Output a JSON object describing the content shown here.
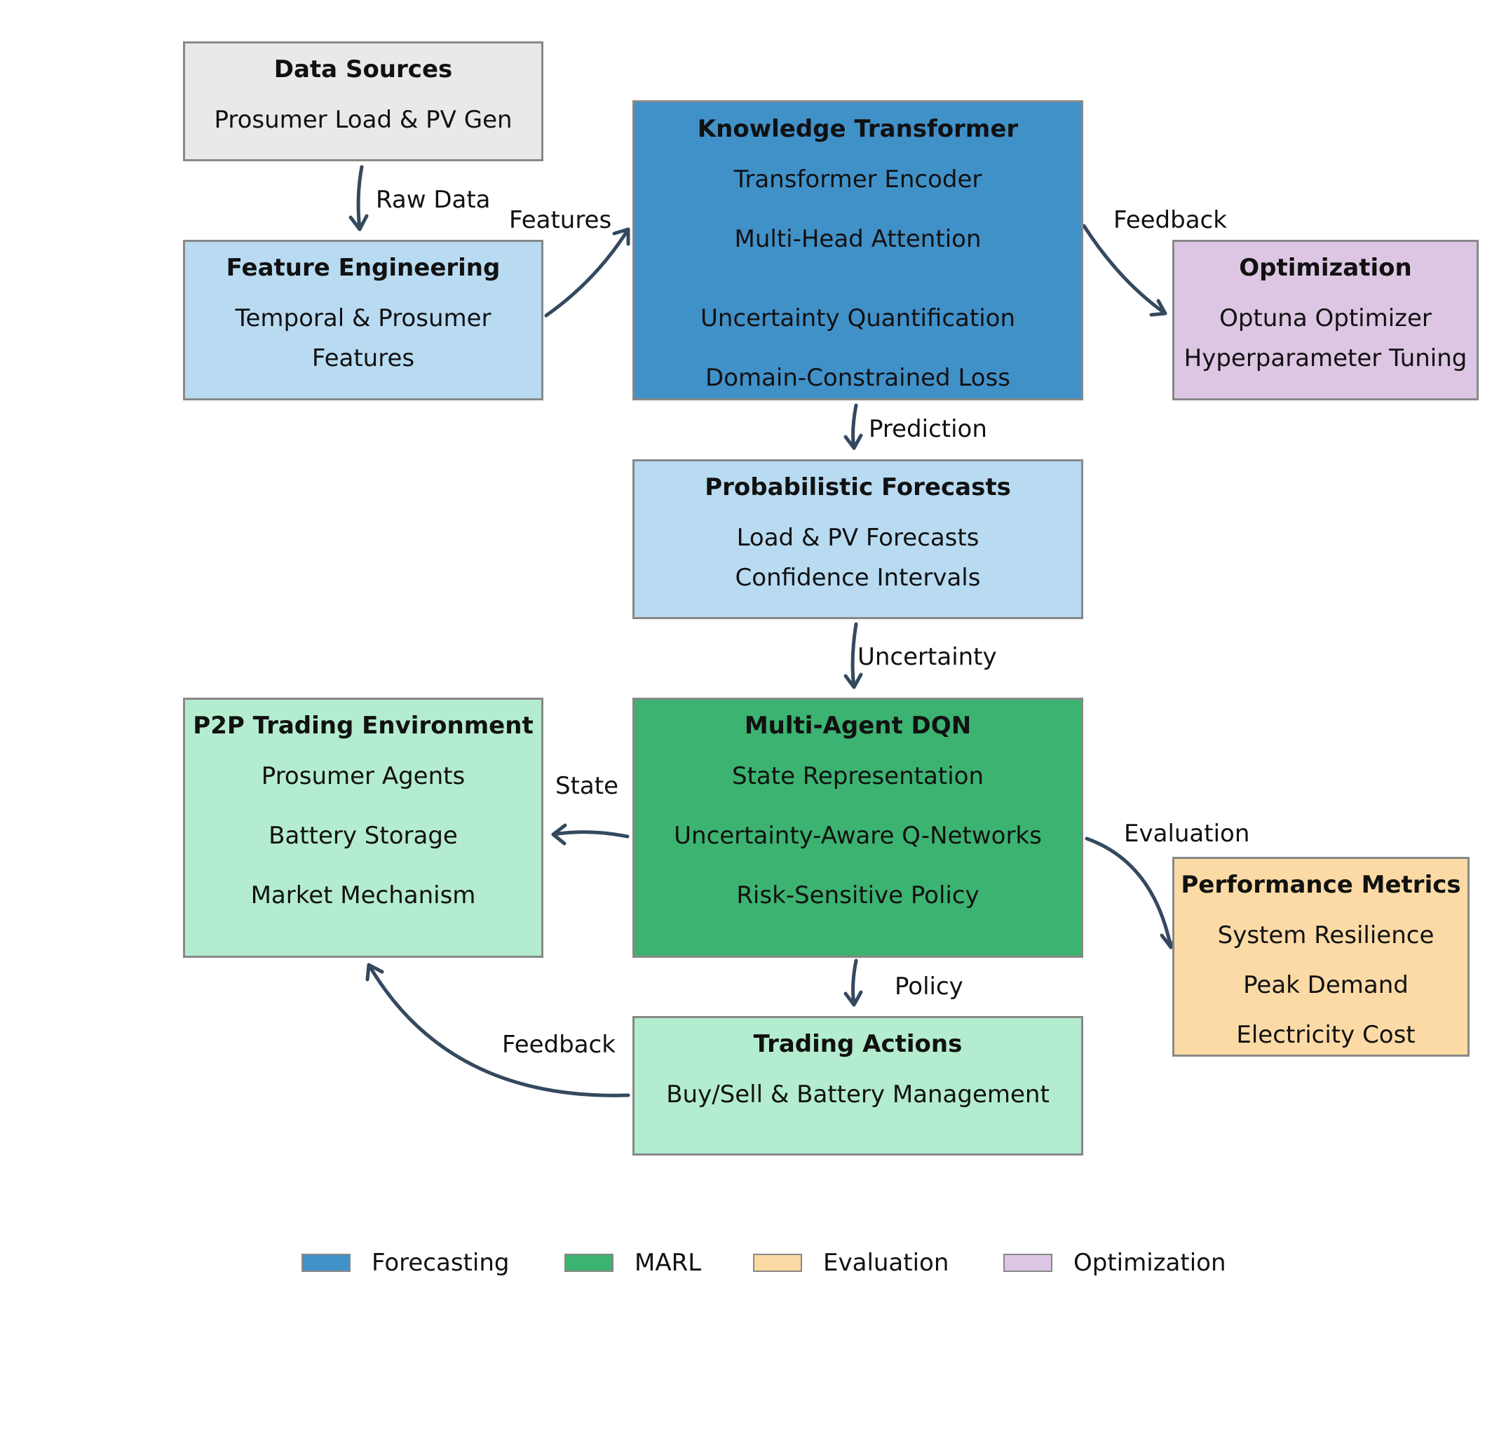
{
  "boxes": {
    "data_sources": {
      "title": "Data Sources",
      "lines": [
        "Prosumer Load & PV Gen"
      ]
    },
    "feature_engineering": {
      "title": "Feature Engineering",
      "lines": [
        "Temporal & Prosumer",
        "Features"
      ]
    },
    "knowledge_transformer": {
      "title": "Knowledge Transformer",
      "lines": [
        "Transformer Encoder",
        "Multi-Head Attention",
        "Uncertainty Quantification",
        "Domain-Constrained Loss"
      ]
    },
    "optimization": {
      "title": "Optimization",
      "lines": [
        "Optuna Optimizer",
        "Hyperparameter Tuning"
      ]
    },
    "probabilistic_forecasts": {
      "title": "Probabilistic Forecasts",
      "lines": [
        "Load & PV Forecasts",
        "Confidence Intervals"
      ]
    },
    "p2p_env": {
      "title": "P2P Trading Environment",
      "lines": [
        "Prosumer Agents",
        "Battery Storage",
        "Market Mechanism"
      ]
    },
    "multi_agent_dqn": {
      "title": "Multi-Agent DQN",
      "lines": [
        "State Representation",
        "Uncertainty-Aware Q-Networks",
        "Risk-Sensitive Policy"
      ]
    },
    "performance_metrics": {
      "title": "Performance Metrics",
      "lines": [
        "System Resilience",
        "Peak Demand",
        "Electricity Cost"
      ]
    },
    "trading_actions": {
      "title": "Trading Actions",
      "lines": [
        "Buy/Sell & Battery Management"
      ]
    }
  },
  "edges": {
    "raw_data": "Raw Data",
    "features": "Features",
    "feedback_top": "Feedback",
    "prediction": "Prediction",
    "uncertainty": "Uncertainty",
    "state": "State",
    "evaluation": "Evaluation",
    "policy": "Policy",
    "feedback_bottom": "Feedback"
  },
  "legend": [
    {
      "label": "Forecasting",
      "color": "#4191c9"
    },
    {
      "label": "MARL",
      "color": "#3cb371"
    },
    {
      "label": "Evaluation",
      "color": "#fbdaa6"
    },
    {
      "label": "Optimization",
      "color": "#dcc6e3"
    }
  ],
  "colors": {
    "gray_box": "#e8e9eb",
    "light_blue": "#b8dbf2",
    "dark_blue": "#4191c9",
    "purple": "#dcc6e3",
    "dark_green": "#3cb371",
    "light_green": "#b3ecce",
    "orange": "#fbdaa6",
    "arrow": "#34495e"
  }
}
